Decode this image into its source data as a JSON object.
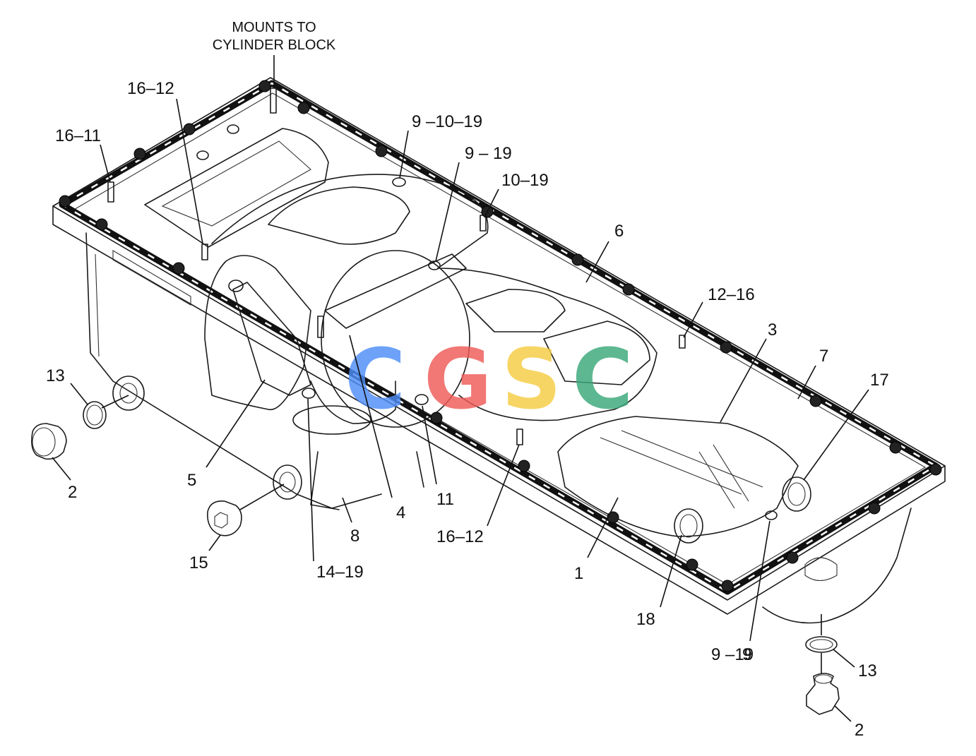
{
  "header": {
    "line1": "MOUNTS TO",
    "line2": "CYLINDER BLOCK"
  },
  "callouts": {
    "c16_12_top": "16–12",
    "c16_11": "16–11",
    "c9_10_19": "9 –10–19",
    "c9_19_top": "9 – 19",
    "c10_19": "10–19",
    "c6": "6",
    "c12_16": "12–16",
    "c3": "3",
    "c7": "7",
    "c17": "17",
    "c13_left": "13",
    "c2_left": "2",
    "c5": "5",
    "c15": "15",
    "c14_19": "14–19",
    "c8": "8",
    "c4": "4",
    "c11": "11",
    "c16_12_bottom": "16–12",
    "c1": "1",
    "c18": "18",
    "c9_19_bottom_a": "9 –19",
    "c9_19_bottom_b": "9",
    "c13_right": "13",
    "c2_right": "2"
  },
  "watermark": {
    "letters": [
      "C",
      "G",
      "S",
      "C"
    ],
    "colors": [
      "#4f8ef7",
      "#ef5b57",
      "#f6cd43",
      "#3aa97a"
    ]
  }
}
